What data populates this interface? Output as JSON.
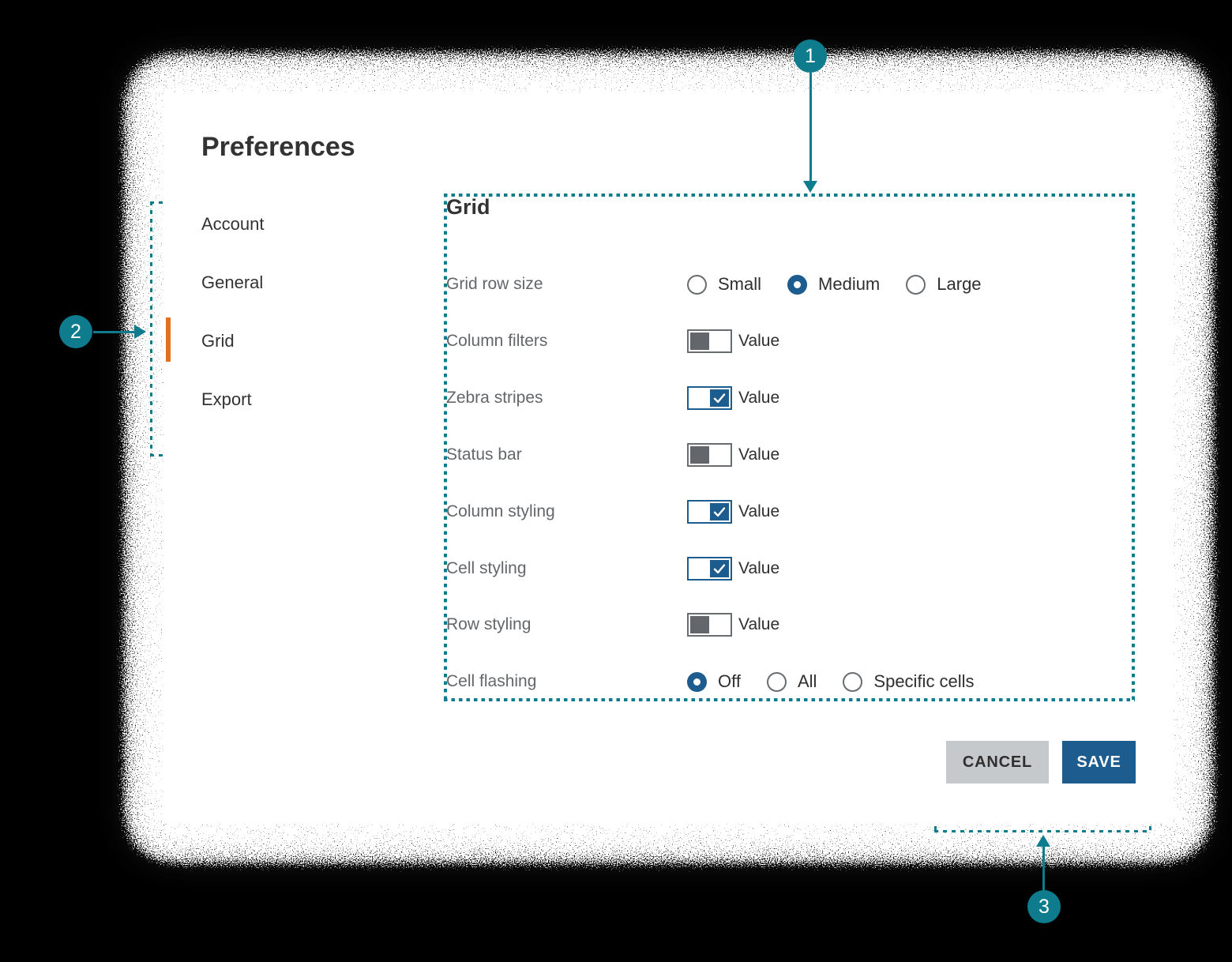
{
  "colors": {
    "teal": "#0e7c8c",
    "blue": "#1d5c8f",
    "orange": "#e4701e",
    "text": "#333333",
    "graylabel": "#63666a",
    "graybd": "#6a6d70",
    "knob": "#63666a",
    "cancelbg": "#c6c9cb"
  },
  "dialog": {
    "title": "Preferences"
  },
  "sidebar": {
    "items": [
      {
        "label": "Account",
        "active": false
      },
      {
        "label": "General",
        "active": false
      },
      {
        "label": "Grid",
        "active": true
      },
      {
        "label": "Export",
        "active": false
      }
    ]
  },
  "panel": {
    "heading": "Grid",
    "rows": [
      {
        "label": "Grid row size",
        "control": "radio-group",
        "options": [
          "Small",
          "Medium",
          "Large"
        ],
        "selected": "Medium"
      },
      {
        "label": "Column filters",
        "control": "toggle",
        "checked": false,
        "value_label": "Value"
      },
      {
        "label": "Zebra stripes",
        "control": "toggle",
        "checked": true,
        "value_label": "Value"
      },
      {
        "label": "Status bar",
        "control": "toggle",
        "checked": false,
        "value_label": "Value"
      },
      {
        "label": "Column styling",
        "control": "toggle",
        "checked": true,
        "value_label": "Value"
      },
      {
        "label": "Cell styling",
        "control": "toggle",
        "checked": true,
        "value_label": "Value"
      },
      {
        "label": "Row styling",
        "control": "toggle",
        "checked": false,
        "value_label": "Value"
      },
      {
        "label": "Cell flashing",
        "control": "radio-group",
        "options": [
          "Off",
          "All",
          "Specific cells"
        ],
        "selected": "Off"
      }
    ]
  },
  "footer": {
    "cancel_label": "CANCEL",
    "save_label": "SAVE"
  },
  "annotations": {
    "badges": [
      "1",
      "2",
      "3"
    ]
  }
}
